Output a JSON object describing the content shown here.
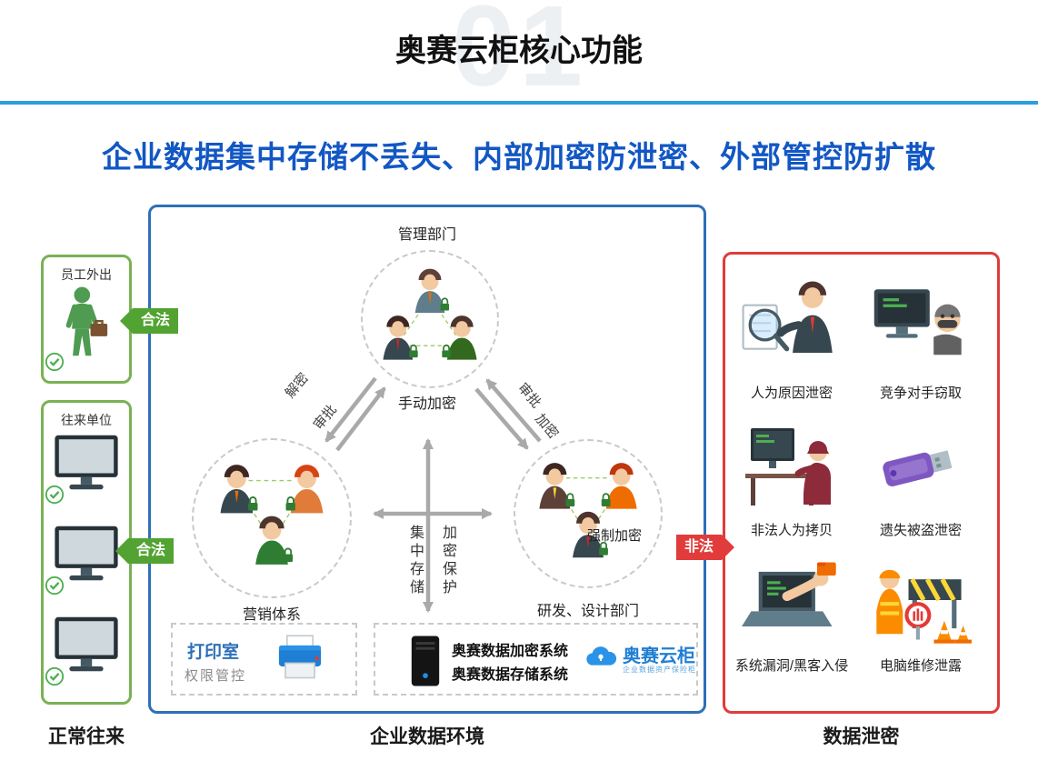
{
  "header": {
    "watermark": "01",
    "title": "奥赛云柜核心功能",
    "subtitle": "企业数据集中存储不丢失、内部加密防泄密、外部管控防扩散"
  },
  "left": {
    "employee_box_label": "员工外出",
    "partner_box_label": "往来单位",
    "legal_top": "合法",
    "legal_bottom": "合法",
    "footer": "正常往来"
  },
  "center": {
    "management_label": "管理部门",
    "manual_encrypt": "手动加密",
    "marketing_label": "营销体系",
    "rnd_label": "研发、设计部门",
    "forced_encrypt": "强制加密",
    "arrow_left_top": "解密",
    "arrow_left_bottom": "审批",
    "arrow_right_top": "审批",
    "arrow_right_bottom": "加密",
    "axis_left": "集中存储",
    "axis_right": "加密保护",
    "print_room_title": "打印室",
    "print_room_sub": "权限管控",
    "system_line1": "奥赛数据加密系统",
    "system_line2": "奥赛数据存储系统",
    "brand_name": "奥赛云柜",
    "brand_tagline": "企业数据资产保险柜",
    "footer": "企业数据环境"
  },
  "right": {
    "illegal_badge": "非法",
    "items": [
      {
        "label": "人为原因泄密"
      },
      {
        "label": "竞争对手窃取"
      },
      {
        "label": "非法人为拷贝"
      },
      {
        "label": "遗失被盗泄密"
      },
      {
        "label": "系统漏洞/黑客入侵"
      },
      {
        "label": "电脑维修泄露"
      }
    ],
    "footer": "数据泄密"
  }
}
